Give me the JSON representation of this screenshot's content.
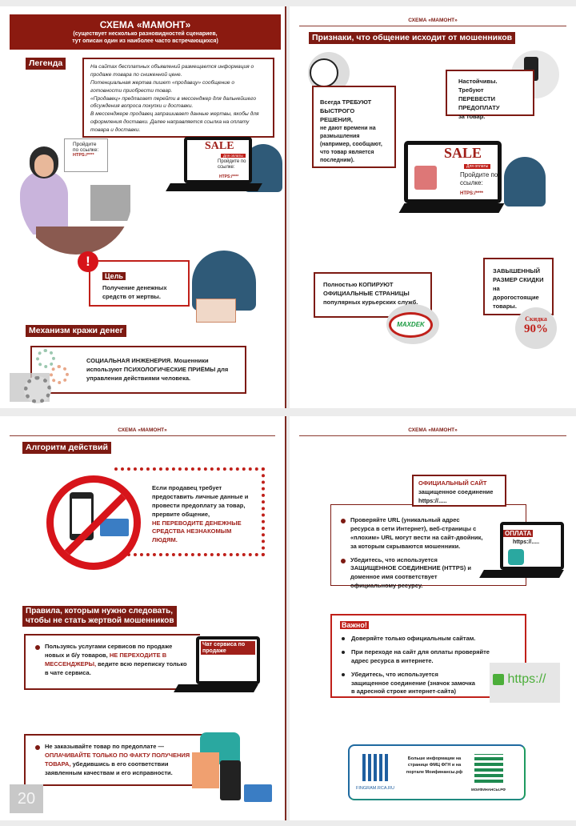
{
  "p1": {
    "title": "СХЕМА «МАМОНТ»",
    "subtitle": "(существует несколько разновидностей сценариев,\nтут описан один из наиболее часто встречающихся)",
    "legend_label": "Легенда",
    "legend_text": [
      "На сайтах бесплатных объявлений размещается информация о продаже товара по сниженной цене.",
      "Потенциальная жертва пишет «продавцу» сообщение о готовности приобрести товар.",
      "«Продавец» предлагает перейти в мессенджер для дальнейшего обсуждения вопроса покупки и доставки.",
      "В мессенджере продавец запрашивает данные жертвы, якобы для оформления доставки. Далее направляется ссылка на оплату товара и доставки."
    ],
    "bubble_text": "Пройдите по ссылке:",
    "bubble_link": "HTPS:/****",
    "sale": "SALE",
    "pay_badge": "Для оплаты",
    "laptop_text": "Пройдите по ссылке:",
    "laptop_link": "HTPS:/****",
    "goal_label": "Цель",
    "goal_text": "Получение денежных средств от жертвы.",
    "mechanism_label": "Механизм кражи денег",
    "mechanism_a": "СОЦИАЛЬНАЯ ИНЖЕНЕРИЯ.",
    "mechanism_b": " Мошенники используют ",
    "mechanism_c": "ПСИХОЛОГИЧЕСКИЕ ПРИЁМЫ",
    "mechanism_d": " для управления действиями человека."
  },
  "p2": {
    "header": "СХЕМА «МАМОНТ»",
    "label": "Признаки, что общение исходит от мошенников",
    "box1_a": "Всегда ТРЕБУЮТ БЫСТРОГО РЕШЕНИЯ,",
    "box1_b": "не дают времени на размышления (например, сообщают, что товар является последним).",
    "box2_a": "Настойчивы. Требуют",
    "box2_b": "ПЕРЕВЕСТИ ПРЕДОПЛАТУ",
    "box2_c": "за товар.",
    "sale": "SALE",
    "pay_badge": "Для оплаты",
    "laptop_text": "Пройдите по ссылке:",
    "laptop_link": "HTPS:/****",
    "box3_a": "Полностью КОПИРУЮТ ОФИЦИАЛЬНЫЕ СТРАНИЦЫ",
    "box3_b": "популярных курьерских служб.",
    "logo": "MAXDEK",
    "box4_a": "ЗАВЫШЕННЫЙ РАЗМЕР СКИДКИ",
    "box4_b": "на дорогостоящие товары.",
    "discount_label": "Скидка",
    "discount_value": "90%"
  },
  "p3": {
    "header": "СХЕМА «МАМОНТ»",
    "label": "Алгоритм действий",
    "algo_a": "Если продавец требует предоставить личные данные и провести предоплату за товар, прервите общение,",
    "algo_b": "НЕ ПЕРЕВОДИТЕ ДЕНЕЖНЫЕ СРЕДСТВА НЕЗНАКОМЫМ ЛЮДЯМ.",
    "rules_label": "Правила, которым нужно следовать,\nчтобы не стать жертвой мошенников",
    "rule1_a": "Пользуясь услугами сервисов по продаже новых и б/у товаров,",
    "rule1_b": "НЕ ПЕРЕХОДИТЕ В МЕССЕНДЖЕРЫ,",
    "rule1_c": "ведите всю переписку только в чате сервиса.",
    "chat_label": "Чат сервиса по продаже",
    "rule2_a": "Не заказывайте товар по предоплате —",
    "rule2_b": "ОПЛАЧИВАЙТЕ ТОЛЬКО ПО ФАКТУ ПОЛУЧЕНИЯ ТОВАРА,",
    "rule2_c": " убедившись в его соответствии заявленным качествам и его исправности.",
    "page_number": "20"
  },
  "p4": {
    "header": "СХЕМА «МАМОНТ»",
    "official_title": "ОФИЦИАЛЬНЫЙ САЙТ",
    "official_text": "защищенное соединение",
    "official_url": "https://.....",
    "tip1": "Проверяйте URL (уникальный адрес ресурса в сети Интернет), веб-страницы с «плохим» URL могут вести на сайт-двойник, за которым скрываются мошенники.",
    "tip2": "Убедитесь, что используется ЗАЩИЩЕННОЕ СОЕДИНЕНИЕ (HTTPS) и доменное имя соответствует официальному ресурсу.",
    "pay_label": "ОПЛАТА",
    "pay_url": "https://.....",
    "important_label": "Важно!",
    "important": [
      "Доверяйте только официальным сайтам.",
      "При переходе на сайт для оплаты проверяйте адрес ресурса в интернете.",
      "Убедитесь, что используется защищенное соединение (значок замочка в адресной строке интернет-сайта)"
    ],
    "https_text": "https://",
    "footer_text": "Больше информации на странице ФМЦ ФГН и на портале Моифинансы.рф",
    "footer_left": "FINGRAM.RCA.RU",
    "footer_right": "МОИФИНАНСЫ.РФ"
  }
}
